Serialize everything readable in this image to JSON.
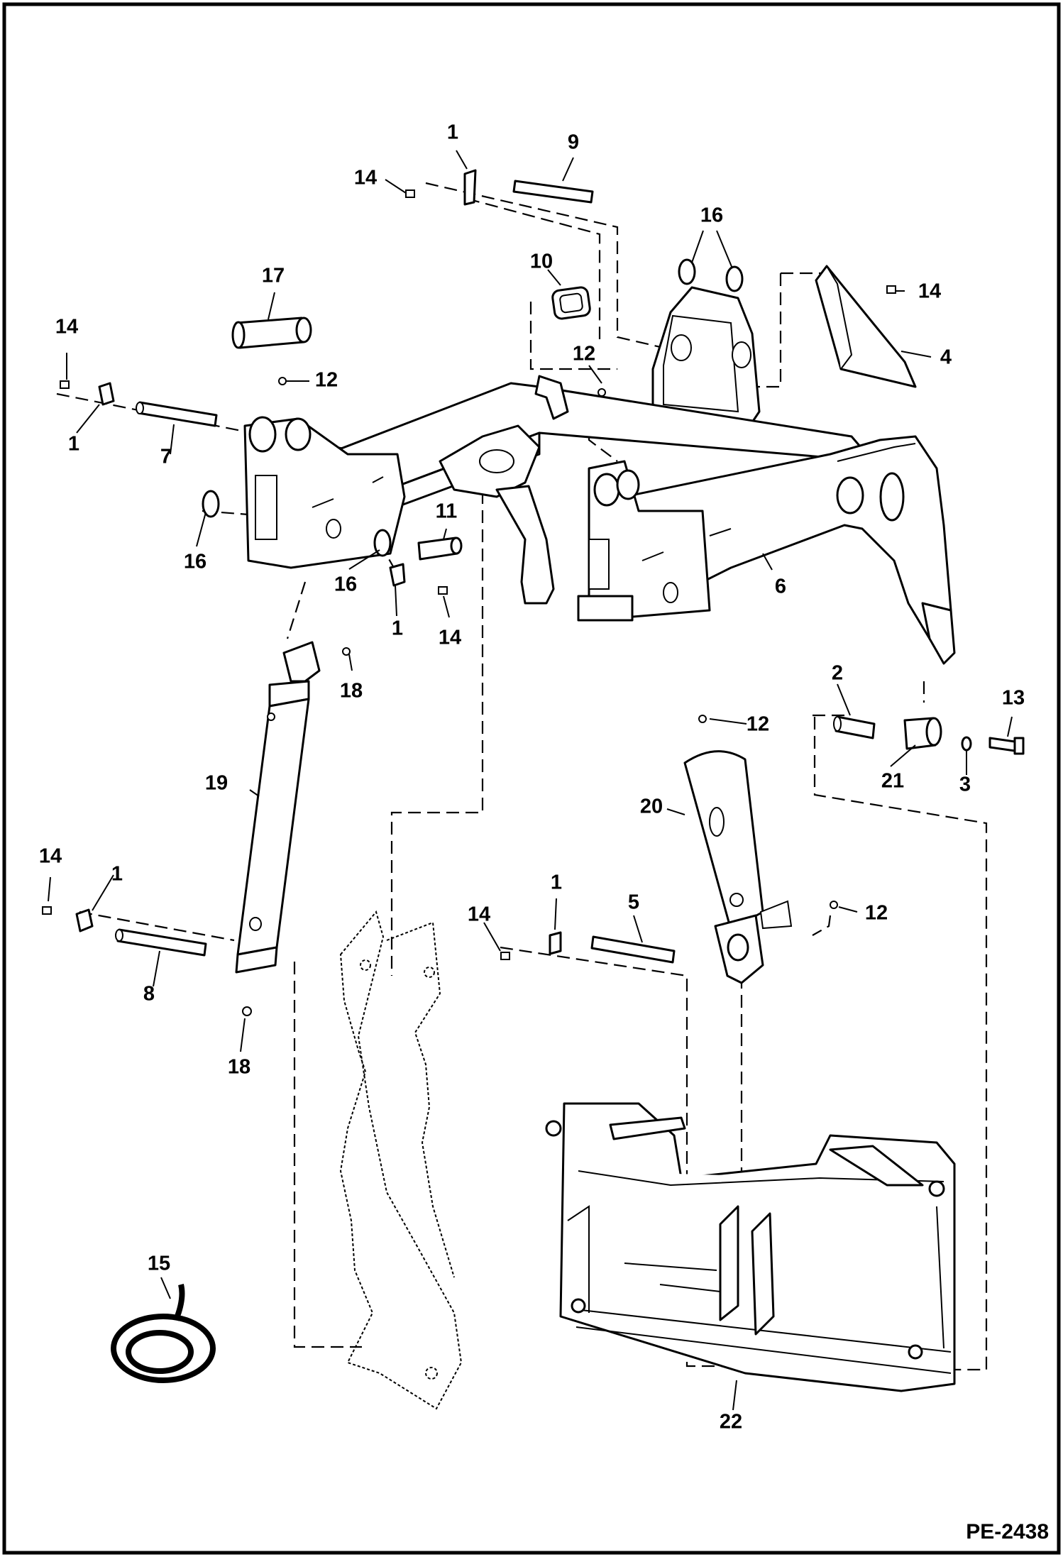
{
  "drawing_code": "PE-2438",
  "callouts": {
    "c1a": "1",
    "c1b": "1",
    "c1c": "1",
    "c1d": "1",
    "c1e": "1",
    "c2": "2",
    "c3": "3",
    "c4": "4",
    "c5": "5",
    "c6": "6",
    "c7": "7",
    "c8": "8",
    "c9": "9",
    "c10": "10",
    "c11": "11",
    "c12a": "12",
    "c12b": "12",
    "c12c": "12",
    "c12d": "12",
    "c13": "13",
    "c14a": "14",
    "c14b": "14",
    "c14c": "14",
    "c14d": "14",
    "c14e": "14",
    "c14f": "14",
    "c15": "15",
    "c16a": "16",
    "c16b": "16",
    "c16c": "16",
    "c17": "17",
    "c18a": "18",
    "c18b": "18",
    "c19": "19",
    "c20": "20",
    "c21": "21",
    "c22": "22"
  }
}
